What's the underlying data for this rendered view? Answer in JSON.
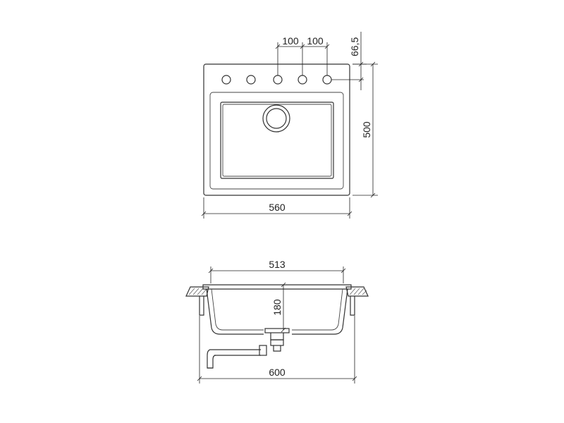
{
  "top_view": {
    "dim_hole_spacing_1": "100",
    "dim_hole_spacing_2": "100",
    "dim_hole_offset": "66,5",
    "dim_depth": "500",
    "dim_width": "560"
  },
  "section_view": {
    "dim_inner_width": "513",
    "dim_bowl_depth": "180",
    "dim_overall_width": "600"
  },
  "colors": {
    "line": "#333333",
    "background": "#ffffff"
  }
}
